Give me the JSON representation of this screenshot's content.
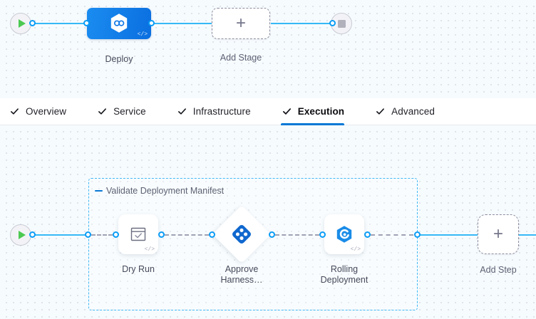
{
  "pipeline": {
    "stage_canvas": {
      "start_node": {
        "name": "start-node",
        "icon": "play-icon"
      },
      "end_node": {
        "name": "end-node",
        "icon": "stop-icon"
      },
      "stage": {
        "label": "Deploy",
        "icon": "harness-cd-hexagon-icon",
        "code_tag": "</>"
      },
      "add_stage": {
        "label": "Add Stage",
        "icon": "plus-icon"
      }
    },
    "tabs": [
      {
        "label": "Overview",
        "icon": "check-icon",
        "active": false
      },
      {
        "label": "Service",
        "icon": "check-icon",
        "active": false
      },
      {
        "label": "Infrastructure",
        "icon": "check-icon",
        "active": false
      },
      {
        "label": "Execution",
        "icon": "check-icon",
        "active": true
      },
      {
        "label": "Advanced",
        "icon": "check-icon",
        "active": false
      }
    ],
    "step_canvas": {
      "start_node": {
        "name": "start-node",
        "icon": "play-icon"
      },
      "group": {
        "title": "Validate Deployment Manifest",
        "collapse_icon": "minus-icon"
      },
      "steps": [
        {
          "label": "Dry Run",
          "icon": "window-check-icon",
          "shape": "rounded",
          "code_tag": "</>"
        },
        {
          "label": "Approve Harness…",
          "icon": "harness-approval-diamond-icon",
          "shape": "diamond"
        },
        {
          "label": "Rolling Deployment",
          "icon": "kubernetes-rolling-icon",
          "shape": "rounded",
          "code_tag": "</>"
        }
      ],
      "add_step": {
        "label": "Add Step",
        "icon": "plus-icon"
      }
    }
  },
  "colors": {
    "accent_blue": "#0278d5",
    "link_blue": "#36b9f6",
    "port_blue": "#0a9cf5",
    "group_border": "#41b8f5",
    "play_green": "#4dc952",
    "canvas_bg": "#f6fbfe",
    "dashed_grey": "#8a8c9e"
  }
}
